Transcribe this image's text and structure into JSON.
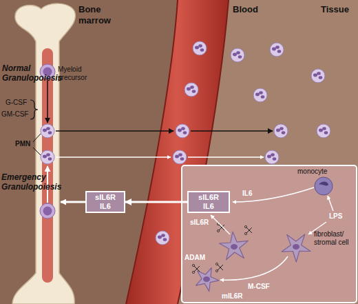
{
  "diagram": {
    "nodes": [
      {
        "text": [
          "sIL6R",
          "IL6"
        ]
      },
      {
        "text": [
          "sIL6R",
          "IL6"
        ]
      }
    ],
    "edges": [
      {
        "from": 1,
        "to": 0,
        "arrow": "to"
      }
    ],
    "labels": [
      "Bone marrow",
      "Blood",
      "Tissue",
      "Normal Granulopoiesis",
      "Myeloid precursor",
      "G-CSF",
      "GM-CSF",
      "PMN",
      "Emergency Granulopoiesis",
      "monocyte",
      "IL6",
      "LPS",
      "sIL6R",
      "ADAM",
      "M-CSF",
      "fibroblast/ stromal cell",
      "mIL6R"
    ]
  }
}
